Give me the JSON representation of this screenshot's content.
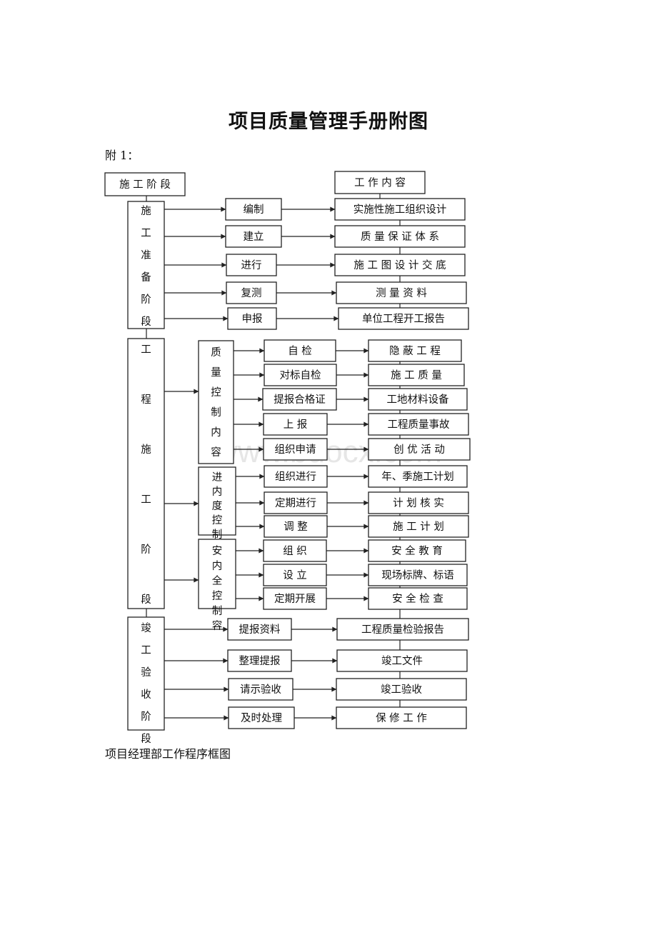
{
  "title": "项目质量管理手册附图",
  "appendix_label": "附 1：",
  "caption": "项目经理部工作程序框图",
  "watermark": "www.bdocx.com",
  "headers": {
    "stage": "施 工 阶 段",
    "content": "工 作 内 容"
  },
  "prep": {
    "stage": "施工准备阶段",
    "rows": [
      {
        "action": "编制",
        "result": "实施性施工组织设计"
      },
      {
        "action": "建立",
        "result": "质 量 保 证 体 系"
      },
      {
        "action": "进行",
        "result": "施 工 图 设 计 交 底"
      },
      {
        "action": "复测",
        "result": "测    量    资    料"
      },
      {
        "action": "申报",
        "result": "单位工程开工报告"
      }
    ]
  },
  "construction": {
    "stage": "工程施工阶段",
    "groups": [
      {
        "label": "质量控制内容",
        "rows": [
          {
            "action": "自      检",
            "result": "隐 蔽 工 程"
          },
          {
            "action": "对标自检",
            "result": "施  工  质  量"
          },
          {
            "action": "提报合格证",
            "result": "工地材料设备"
          },
          {
            "action": "上      报",
            "result": "工程质量事故"
          },
          {
            "action": "组织申请",
            "result": "创  优  活  动"
          }
        ]
      },
      {
        "label": "进内度控制容",
        "rows": [
          {
            "action": "组织进行",
            "result": "年、季施工计划"
          },
          {
            "action": "定期进行",
            "result": "计  划  核  实"
          },
          {
            "action": "调      整",
            "result": "施    工    计    划"
          }
        ]
      },
      {
        "label": "安内全控制容",
        "rows": [
          {
            "action": "组      织",
            "result": "安  全  教  育"
          },
          {
            "action": "设      立",
            "result": "现场标牌、标语"
          },
          {
            "action": "定期开展",
            "result": "安   全   检   查"
          }
        ]
      }
    ]
  },
  "completion": {
    "stage": "竣工验收阶段",
    "rows": [
      {
        "action": "提报资料",
        "result": "工程质量检验报告"
      },
      {
        "action": "整理提报",
        "result": "竣工文件"
      },
      {
        "action": "请示验收",
        "result": "竣工验收"
      },
      {
        "action": "及时处理",
        "result": "保    修    工    作"
      }
    ]
  }
}
